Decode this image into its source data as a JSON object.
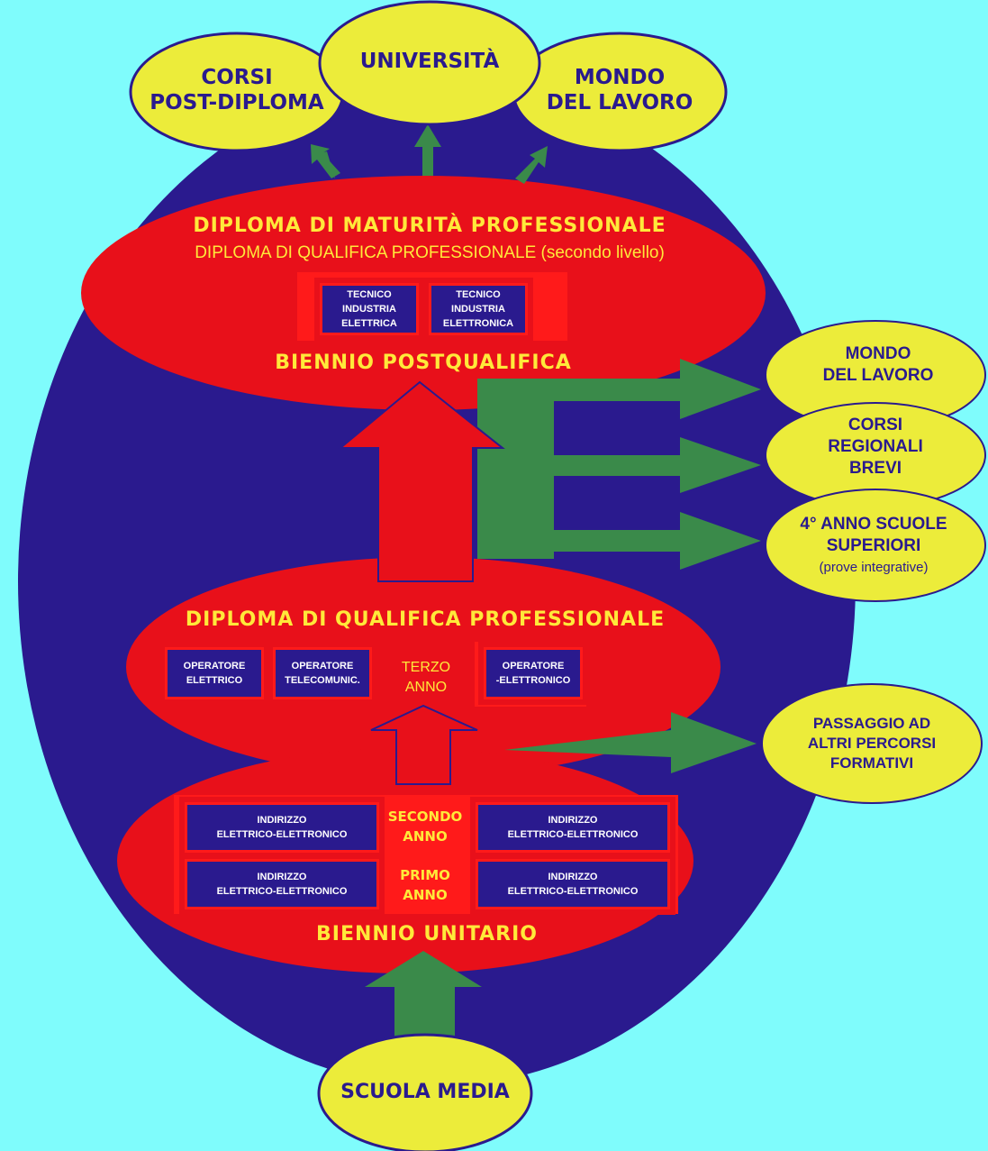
{
  "colors": {
    "background": "#7ffcfc",
    "body": "#2a1a8e",
    "red": "#e8101a",
    "yellow": "#ecec3a",
    "green": "#3a8a4a",
    "label_yellow": "#ffe93a"
  },
  "top_outcomes": [
    {
      "lines": [
        "CORSI",
        "POST-DIPLOMA"
      ]
    },
    {
      "lines": [
        "UNIVERSITÀ"
      ]
    },
    {
      "lines": [
        "MONDO",
        "DEL LAVORO"
      ]
    }
  ],
  "top_level": {
    "title": "DIPLOMA DI  MATURITÀ PROFESSIONALE",
    "subtitle": "DIPLOMA DI QUALIFICA PROFESSIONALE (secondo livello)",
    "boxes": [
      {
        "lines": [
          "TECNICO",
          "INDUSTRIA",
          "ELETTRICA"
        ]
      },
      {
        "lines": [
          "TECNICO",
          "INDUSTRIA",
          "ELETTRONICA"
        ]
      }
    ],
    "footer": "BIENNIO POSTQUALIFICA"
  },
  "side_outcomes": [
    {
      "lines": [
        "MONDO",
        "DEL LAVORO"
      ]
    },
    {
      "lines": [
        "CORSI",
        "REGIONALI",
        "BREVI"
      ]
    },
    {
      "lines": [
        "4° ANNO SCUOLE",
        "SUPERIORI"
      ],
      "note": "(prove integrative)"
    },
    {
      "lines": [
        "PASSAGGIO AD",
        "ALTRI PERCORSI",
        "FORMATIVI"
      ]
    }
  ],
  "middle_level": {
    "title": "DIPLOMA DI  QUALIFICA PROFESSIONALE",
    "boxes": [
      {
        "lines": [
          "OPERATORE",
          "ELETTRICO"
        ]
      },
      {
        "lines": [
          "OPERATORE",
          "TELECOMUNIC."
        ]
      },
      {
        "lines": [
          "OPERATORE",
          "-ELETTRONICO"
        ]
      }
    ],
    "year": [
      "TERZO",
      "ANNO"
    ]
  },
  "bottom_level": {
    "rows": [
      {
        "year": [
          "SECONDO",
          "ANNO"
        ],
        "left": [
          "INDIRIZZO",
          "ELETTRICO-ELETTRONICO"
        ],
        "right": [
          "INDIRIZZO",
          "ELETTRICO-ELETTRONICO"
        ]
      },
      {
        "year": [
          "PRIMO",
          "ANNO"
        ],
        "left": [
          "INDIRIZZO",
          "ELETTRICO-ELETTRONICO"
        ],
        "right": [
          "INDIRIZZO",
          "ELETTRICO-ELETTRONICO"
        ]
      }
    ],
    "footer": "BIENNIO UNITARIO"
  },
  "start": "SCUOLA MEDIA"
}
